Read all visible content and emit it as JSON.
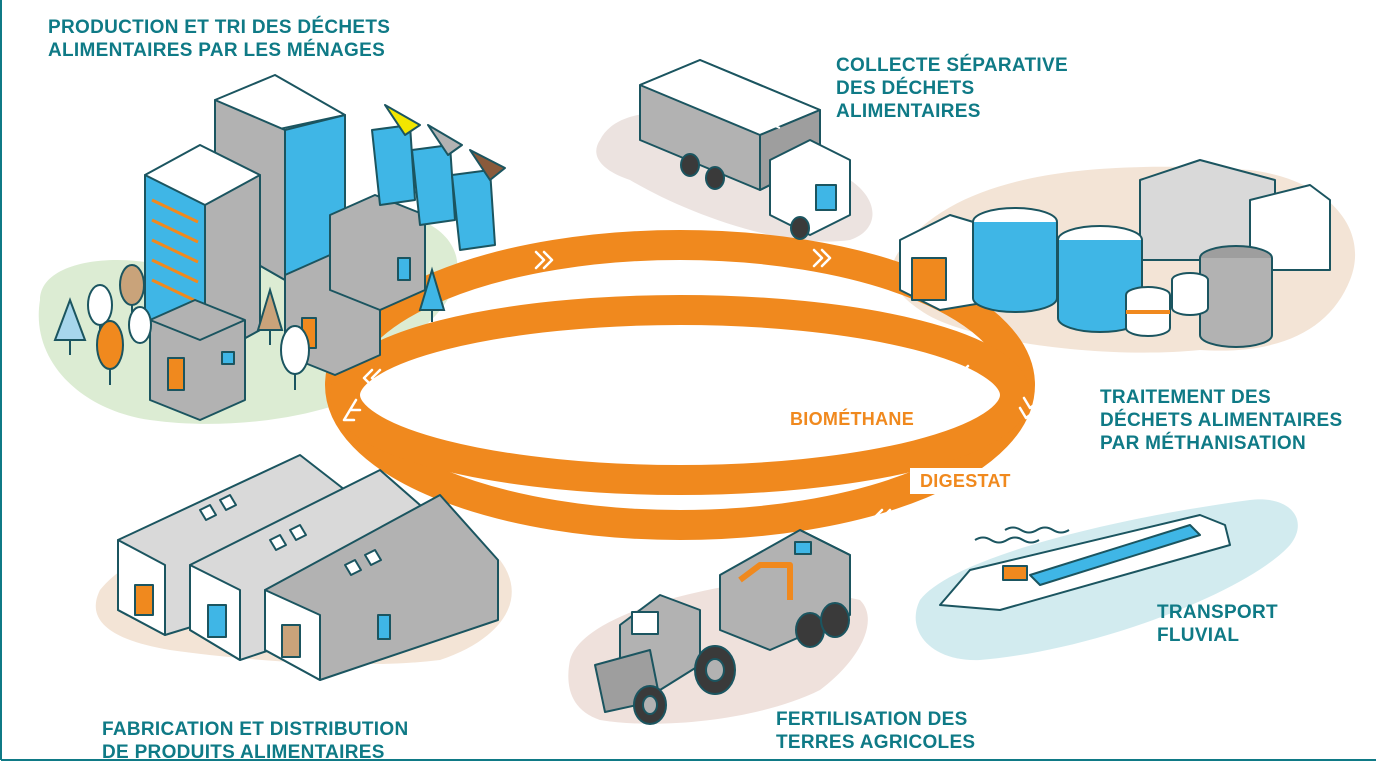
{
  "colors": {
    "teal": "#0f7a86",
    "orange": "#f0891e",
    "light_blue": "#3fb6e6",
    "grey": "#b2b2b2",
    "outline": "#1b5560",
    "green_bg": "#dcecd3",
    "beige_bg": "#f3e4d6",
    "water": "#d2ebef"
  },
  "icons": {
    "cycle": "circular-arrow-loop",
    "households": "apartment-buildings-with-sorting-bins",
    "truck": "garbage-collection-truck",
    "plant": "methanization-plant-tanks",
    "barge": "river-barge",
    "tractor": "tractor-with-slurry-tanker",
    "factory": "warehouse-sheds"
  },
  "labels": {
    "production": {
      "line1": "PRODUCTION ET TRI DES DÉCHETS",
      "line2": "ALIMENTAIRES PAR LES MÉNAGES"
    },
    "collecte": {
      "line1": "COLLECTE SÉPARATIVE",
      "line2": "DES DÉCHETS",
      "line3": "ALIMENTAIRES"
    },
    "traitement": {
      "line1": "TRAITEMENT DES",
      "line2": "DÉCHETS ALIMENTAIRES",
      "line3": "PAR MÉTHANISATION"
    },
    "transport": {
      "line1": "TRANSPORT",
      "line2": "FLUVIAL"
    },
    "fertilisation": {
      "line1": "FERTILISATION DES",
      "line2": "TERRES AGRICOLES"
    },
    "fabrication": {
      "line1": "FABRICATION ET DISTRIBUTION",
      "line2": "DE PRODUITS ALIMENTAIRES"
    }
  },
  "flows": {
    "biomethane": "BIOMÉTHANE",
    "digestat": "DIGESTAT"
  }
}
